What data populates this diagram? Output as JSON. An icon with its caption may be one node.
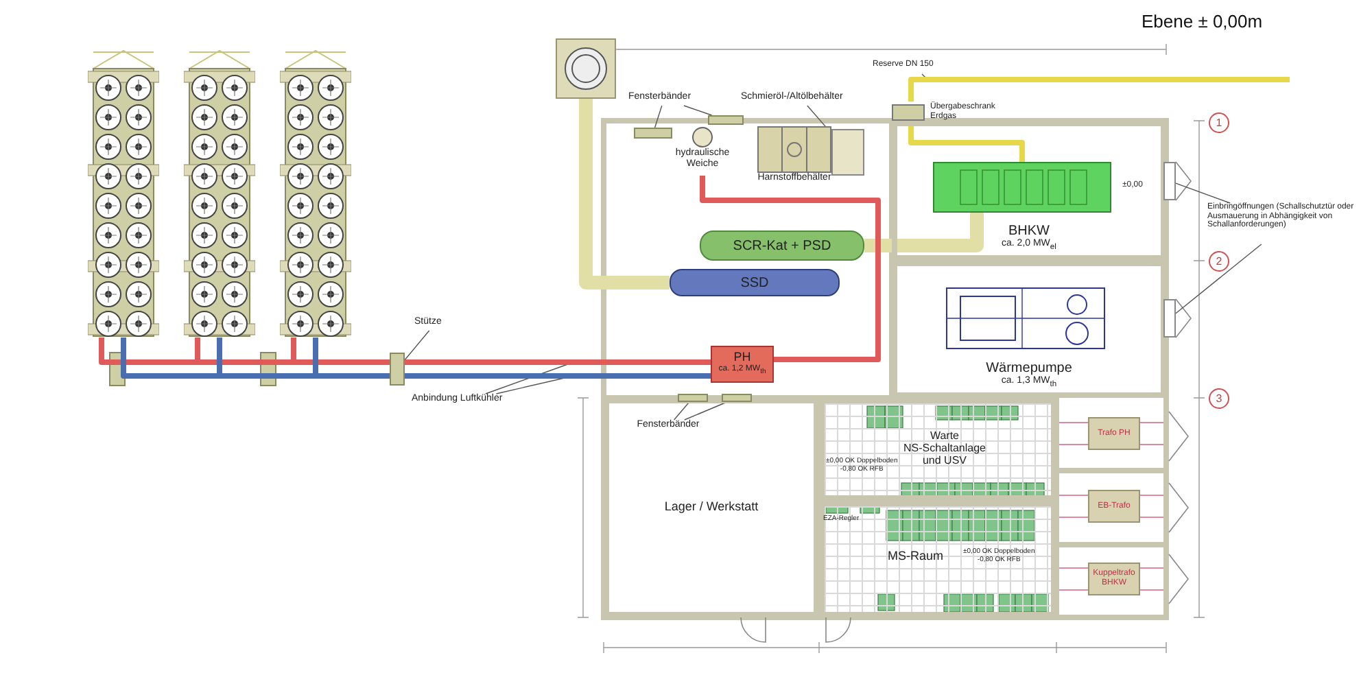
{
  "diagram": {
    "title": "Ebene ± 0,00m",
    "nodes": [
      {
        "text": [
          "Reserve DN 150"
        ]
      },
      {
        "text": [
          "Fensterbänder"
        ]
      },
      {
        "text": [
          "Schmieröl-/Altölbehälter"
        ]
      },
      {
        "text": [],
        "shape": "bar"
      },
      {
        "text": [],
        "shape": "box"
      },
      {
        "text": [
          "hydraulische Weiche"
        ]
      },
      {
        "text": [
          "Harnstoffbehälter"
        ]
      },
      {
        "text": [
          "Übergabeschrank Erdgas"
        ]
      },
      {
        "text": [
          "BHKW",
          "ca. 2,0 MW$_{el}$"
        ]
      },
      {
        "text": [
          "SCR-Kat + PSD"
        ]
      },
      {
        "text": [
          "SSD"
        ]
      },
      {
        "text": [
          "Einbringöffnungen (Schallschutztür oder Ausmauerung in Abhängigkeit von Schallanforderungen)"
        ]
      },
      {
        "text": [
          "Wärmepumpe",
          "ca. 1,3 MW$_{th}$"
        ]
      },
      {
        "text": [
          "Stütze"
        ]
      },
      {
        "text": [],
        "shape": "box"
      },
      {
        "text": [
          "PH",
          "ca. 1,2 MW$_{th}$"
        ]
      },
      {
        "text": [
          "Anbindung Luftkühler"
        ]
      },
      {
        "text": [
          "Fensterbänder"
        ],
        "in": 18
      },
      {
        "text": [
          "Lager /  Werkstatt"
        ]
      },
      {
        "text": [
          "Warte NS-Schaltanlage und USV"
        ]
      },
      {
        "text": [
          "Trafo PH"
        ]
      },
      {
        "text": [
          "EB-Trafo"
        ]
      },
      {
        "text": [
          "MS-Raum"
        ]
      },
      {
        "text": [
          "Kuppeltrafo BHKW"
        ]
      },
      {
        "text": [],
        "shape": "bar"
      },
      {
        "text": [],
        "shape": "box"
      },
      {
        "text": [],
        "shape": "box"
      },
      {
        "text": [],
        "shape": "picture"
      },
      {
        "text": [],
        "shape": "picture",
        "in": 8
      },
      {
        "text": [],
        "shape": "picture"
      },
      {
        "text": [],
        "shape": "picture"
      },
      {
        "text": [],
        "shape": "picture"
      },
      {
        "text": [],
        "shape": "bar"
      },
      {
        "text": [],
        "shape": "bar"
      }
    ],
    "edges": [
      {
        "from": 0,
        "to": null,
        "arrow": "none"
      },
      {
        "from": 1,
        "to": 3,
        "arrow": "none"
      },
      {
        "from": 1,
        "to": 24,
        "arrow": "none"
      },
      {
        "from": 2,
        "to": 4,
        "arrow": "none"
      },
      {
        "from": 11,
        "to": 25,
        "arrow": "none"
      },
      {
        "from": 11,
        "to": 26,
        "arrow": "none"
      },
      {
        "from": 13,
        "to": 14,
        "arrow": "none"
      },
      {
        "from": 16,
        "to": null,
        "arrow": "none"
      },
      {
        "from": 16,
        "to": null,
        "arrow": "none"
      },
      {
        "from": 17,
        "to": 32,
        "arrow": "none"
      },
      {
        "from": 17,
        "to": 33,
        "arrow": "none"
      },
      {
        "from": 10,
        "to": 27,
        "arrow": "none",
        "style": "thick",
        "color": "#e2dfa6"
      },
      {
        "from": 9,
        "to": 28,
        "arrow": "none",
        "style": "thick",
        "color": "#e2dfa6"
      },
      {
        "from": null,
        "to": 7,
        "arrow": "none",
        "style": "thick",
        "color": "#e6d84a"
      },
      {
        "from": 7,
        "to": 28,
        "arrow": "none",
        "style": "thick",
        "color": "#e6d84a"
      },
      {
        "from": 15,
        "to": 5,
        "arrow": "none",
        "style": "thick",
        "color": "#e05a5a"
      },
      {
        "from": 29,
        "to": 15,
        "arrow": "none",
        "style": "thick",
        "color": "#e05a5a"
      },
      {
        "from": 30,
        "to": 15,
        "arrow": "none",
        "style": "thick",
        "color": "#e05a5a"
      },
      {
        "from": 31,
        "to": 15,
        "arrow": "none",
        "style": "thick",
        "color": "#e05a5a"
      },
      {
        "from": 29,
        "to": 15,
        "arrow": "none",
        "style": "thick",
        "color": "#4a6fb0"
      },
      {
        "from": 30,
        "to": 15,
        "arrow": "none",
        "style": "thick",
        "color": "#4a6fb0"
      },
      {
        "from": 31,
        "to": 15,
        "arrow": "none",
        "style": "thick",
        "color": "#4a6fb0"
      }
    ],
    "labels": [
      "±0,00",
      "1",
      "2",
      "3",
      "±0,00 OK Doppelboden -0,80 OK RFB",
      "EZA-Regler",
      "±0,00 OK Doppelboden -0,80 OK RFB"
    ]
  }
}
